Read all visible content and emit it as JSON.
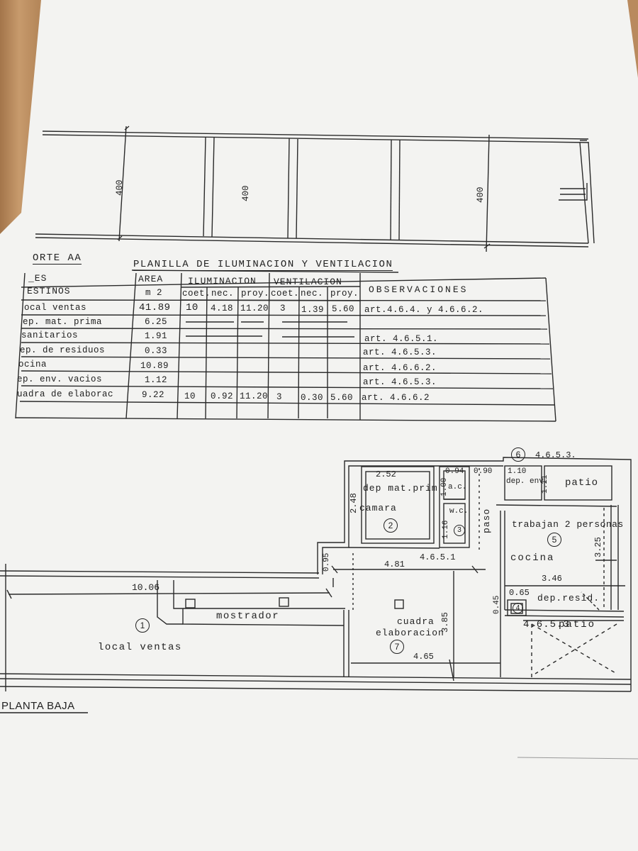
{
  "section": {
    "title": "ORTE AA",
    "dim_1": "400",
    "dim_2": "400",
    "dim_3": "400"
  },
  "table": {
    "title": "PLANILLA DE ILUMINACION Y VENTILACION",
    "headers": {
      "locales_1": "_ES",
      "locales_2": "ESTINOS",
      "area": "AREA",
      "area_unit": "m 2",
      "iluminacion": "ILUMINACION",
      "ventilacion": "VENTILACION",
      "coef": "coet.",
      "nec": "nec.",
      "proy": "proy.",
      "observaciones": "OBSERVACIONES"
    },
    "rows": [
      {
        "name": "ocal ventas",
        "area": "41.89",
        "il_coef": "10",
        "il_nec": "4.18",
        "il_proy": "11.20",
        "ve_coef": "3",
        "ve_nec": "1.39",
        "ve_proy": "5.60",
        "obs": "art.4.6.4. y 4.6.6.2."
      },
      {
        "name": "ep. mat. prima",
        "area": "6.25",
        "il_coef": "",
        "il_nec": "",
        "il_proy": "",
        "ve_coef": "",
        "ve_nec": "",
        "ve_proy": "",
        "obs": ""
      },
      {
        "name": "sanitarios",
        "area": "1.91",
        "il_coef": "",
        "il_nec": "",
        "il_proy": "",
        "ve_coef": "",
        "ve_nec": "",
        "ve_proy": "",
        "obs": "art. 4.6.5.1."
      },
      {
        "name": "ep. de residuos",
        "area": "0.33",
        "il_coef": "",
        "il_nec": "",
        "il_proy": "",
        "ve_coef": "",
        "ve_nec": "",
        "ve_proy": "",
        "obs": "art. 4.6.5.3."
      },
      {
        "name": "ocina",
        "area": "10.89",
        "il_coef": "",
        "il_nec": "",
        "il_proy": "",
        "ve_coef": "",
        "ve_nec": "",
        "ve_proy": "",
        "obs": "art. 4.6.6.2."
      },
      {
        "name": "ep. env. vacios",
        "area": "1.12",
        "il_coef": "",
        "il_nec": "",
        "il_proy": "",
        "ve_coef": "",
        "ve_nec": "",
        "ve_proy": "",
        "obs": "art. 4.6.5.3."
      },
      {
        "name": "uadra de elaborac",
        "area": "9.22",
        "il_coef": "10",
        "il_nec": "0.92",
        "il_proy": "11.20",
        "ve_coef": "3",
        "ve_nec": "0.30",
        "ve_proy": "5.60",
        "obs": "art. 4.6.6.2"
      }
    ]
  },
  "plan": {
    "title": "PLANTA BAJA",
    "rooms": {
      "local_ventas": {
        "num": "1",
        "label": "local ventas"
      },
      "deposito": {
        "num": "2",
        "label_1": "dep mat.prim",
        "label_2": "camara"
      },
      "sanitario": {
        "num": "3",
        "label_1": "a.c.",
        "label_2": "w.c."
      },
      "dep_residuos": {
        "num": "4",
        "label": "dep.resid."
      },
      "cocina": {
        "num": "5",
        "label_1": "trabajan 2 personas",
        "label_2": "cocina"
      },
      "dep_env": {
        "num": "6",
        "label": "dep. env.",
        "ref": "4.6.5.3."
      },
      "cuadra": {
        "num": "7",
        "label_1": "cuadra",
        "label_2": "elaboracion"
      }
    },
    "labels": {
      "mostrador": "mostrador",
      "paso": "paso",
      "patio_1": "patio",
      "patio_2": "patio",
      "ref_patio": "4.6.5.3",
      "ref_sanit": "4.6.5.1"
    },
    "dims": {
      "d_1006": "10.06",
      "d_252": "2.52",
      "d_248": "2.48",
      "d_094": "0.94",
      "d_090": "0.90",
      "d_100": "1.00",
      "d_110": "1.10",
      "d_111": "1.11",
      "d_116": "1.16",
      "d_095": "0.95",
      "d_481": "4.81",
      "d_346": "3.46",
      "d_325": "3.25",
      "d_065": "0.65",
      "d_045": "0.45",
      "d_385": "3.85",
      "d_465": "4.65"
    }
  }
}
